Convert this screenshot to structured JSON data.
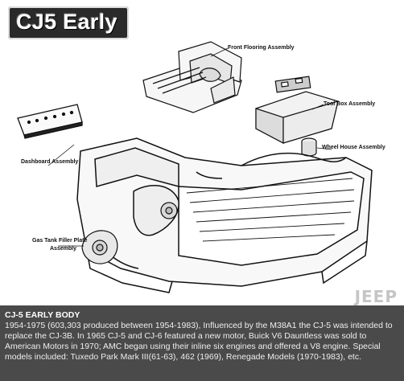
{
  "badge": {
    "title": "CJ5 Early"
  },
  "labels": {
    "front_flooring": "Front Flooring Assembly",
    "tool_box": "Tool Box Assembly",
    "wheel_house": "Wheel House Assembly",
    "dashboard": "Dashboard Assembly",
    "gas_tank_line1": "Gas Tank Filler Plate",
    "gas_tank_line2": "Assembly"
  },
  "watermark": {
    "text": "JEEP"
  },
  "caption": {
    "title": "CJ-5 EARLY BODY",
    "body": "1954-1975 (603,303 produced between 1954-1983), Influenced by the M38A1 the CJ-5 was intended to replace the CJ-3B. In 1965 CJ-5 and CJ-6 featured a new motor, Buick V6 Dauntless was sold to American Motors in 1970; AMC began using their inline six engines and offered a V8 engine. Special models included: Tuxedo Park Mark III(61-63), 462 (1969), Renegade Models (1970-1983), etc."
  }
}
